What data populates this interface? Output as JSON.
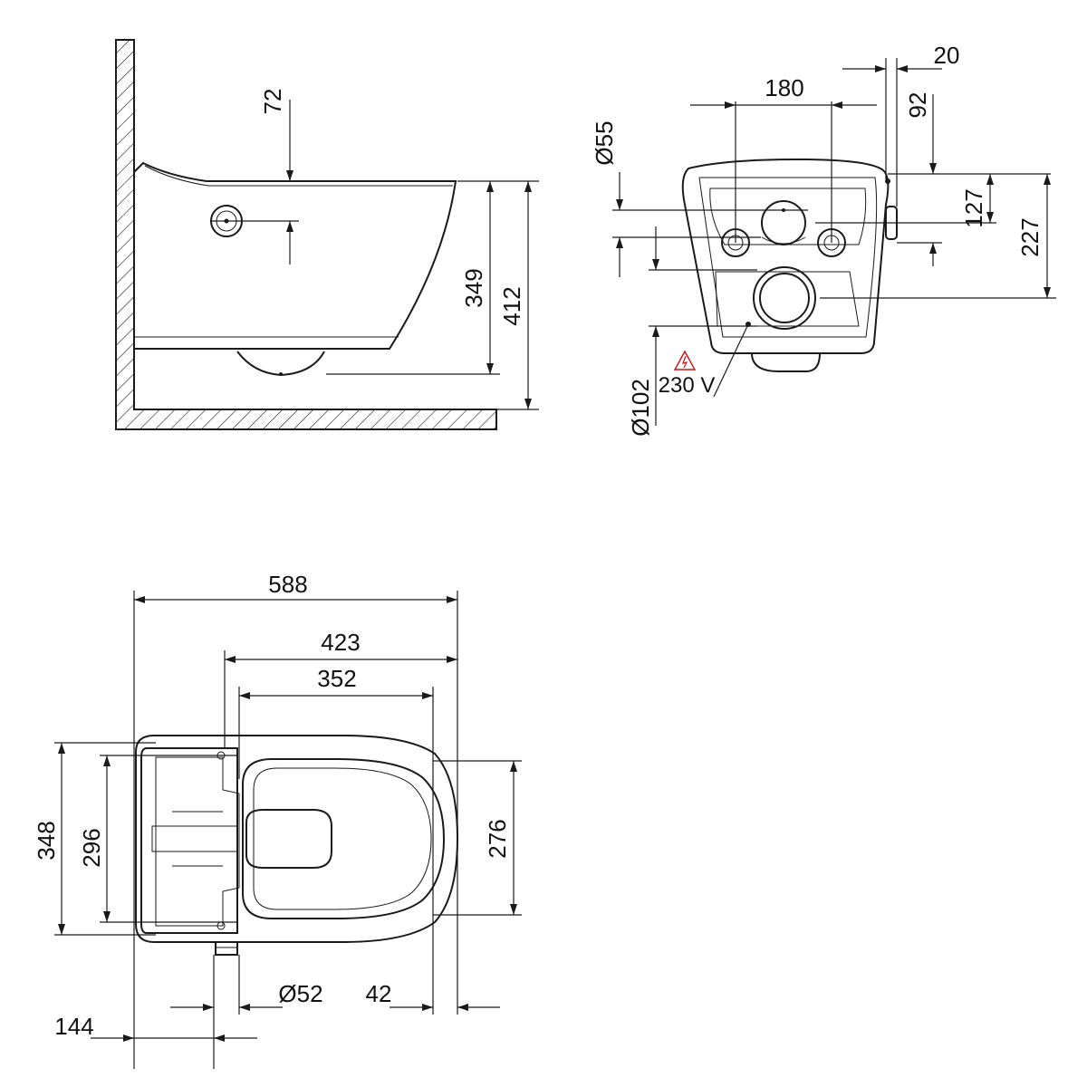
{
  "side_view": {
    "dims": {
      "d72": "72",
      "d349": "349",
      "d412": "412"
    }
  },
  "rear_view": {
    "dims": {
      "d180": "180",
      "d20": "20",
      "d92": "92",
      "d127": "127",
      "d227": "227",
      "d55": "Ø55",
      "d102": "Ø102"
    },
    "voltage": "230 V"
  },
  "top_view": {
    "dims": {
      "d588": "588",
      "d423": "423",
      "d352": "352",
      "d348": "348",
      "d296": "296",
      "d276": "276",
      "d52": "Ø52",
      "d42": "42",
      "d144": "144"
    }
  },
  "colors": {
    "line": "#1a1a1a",
    "warning": "#d01010"
  },
  "icons": {
    "warning": "high-voltage-warning-icon"
  }
}
